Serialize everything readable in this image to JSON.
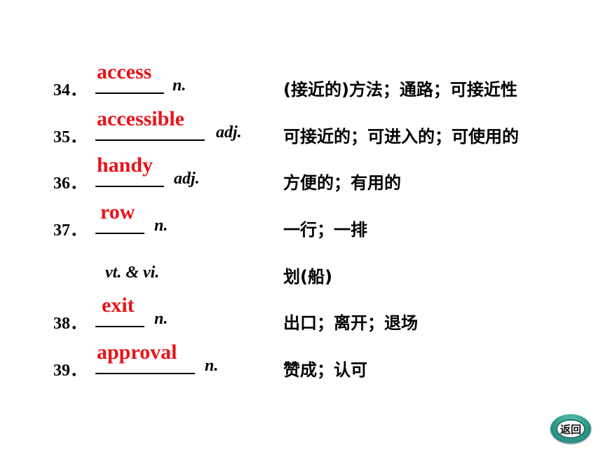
{
  "items": [
    {
      "number": "34．",
      "answer": "access",
      "pos": "n.",
      "meaning": "(接近的)方法；通路；可接近性"
    },
    {
      "number": "35．",
      "answer": "accessible",
      "pos": "adj.",
      "meaning": "可接近的；可进入的；可使用的"
    },
    {
      "number": "36．",
      "answer": "handy",
      "pos": "adj.",
      "meaning": "方便的；有用的"
    },
    {
      "number": "37．",
      "answer": "row",
      "pos": "n.",
      "meaning": "一行；一排"
    },
    {
      "number": "",
      "answer": "",
      "pos": "vt. & vi.",
      "meaning": "划(船)"
    },
    {
      "number": "38．",
      "answer": "exit",
      "pos": "n.",
      "meaning": "出口；离开；退场"
    },
    {
      "number": "39．",
      "answer": "approval",
      "pos": "n.",
      "meaning": "赞成；认可"
    }
  ],
  "back_button": {
    "label": "返回"
  },
  "colors": {
    "answer": "#e8141a",
    "text": "#000000",
    "button": "#2f9a8a"
  }
}
